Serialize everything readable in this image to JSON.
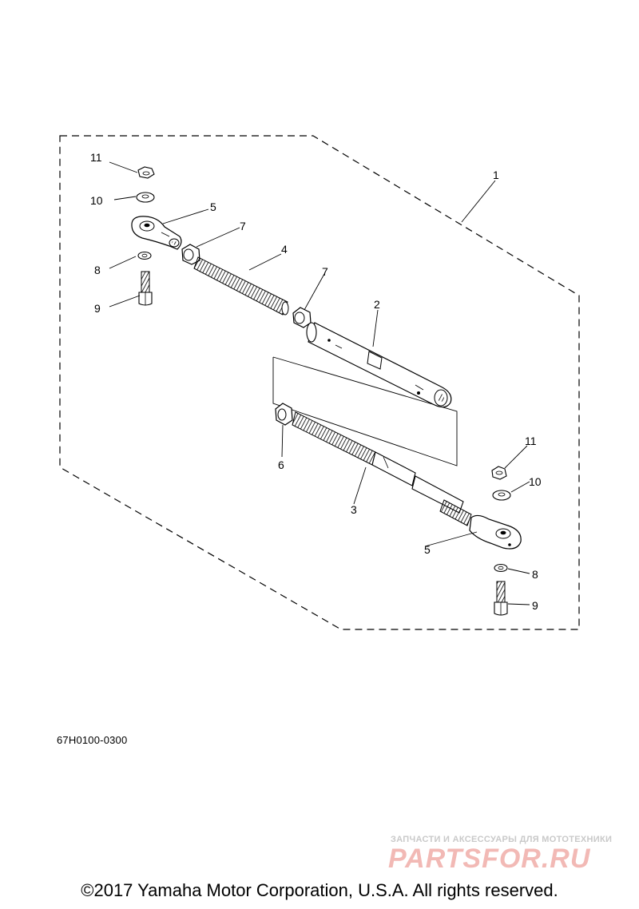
{
  "callouts": {
    "c1": "1",
    "c2": "2",
    "c3": "3",
    "c4": "4",
    "c5_top": "5",
    "c5_bottom": "5",
    "c6": "6",
    "c7_left": "7",
    "c7_right": "7",
    "c8_top": "8",
    "c8_bottom": "8",
    "c9_top": "9",
    "c9_bottom": "9",
    "c10_top": "10",
    "c10_bottom": "10",
    "c11_top": "11",
    "c11_bottom": "11"
  },
  "part_code": "67H0100-0300",
  "copyright": "©2017 Yamaha Motor Corporation, U.S.A. All rights reserved.",
  "watermark": {
    "tagline": "ЗАПЧАСТИ И АКСЕССУАРЫ ДЛЯ МОТОТЕХНИКИ",
    "logo": "PARTSFOR.RU"
  }
}
